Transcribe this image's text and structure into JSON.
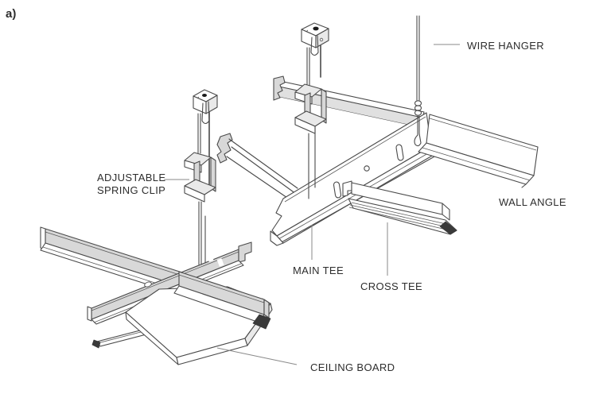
{
  "figure": {
    "panel_label": "a)",
    "type": "suspended-ceiling-system-isometric-diagram",
    "labels": {
      "wire_hanger": "WIRE HANGER",
      "adjustable_spring_clip_line1": "ADJUSTABLE",
      "adjustable_spring_clip_line2": "SPRING CLIP",
      "wall_angle": "WALL ANGLE",
      "main_tee": "MAIN TEE",
      "cross_tee": "CROSS TEE",
      "ceiling_board": "CEILING BOARD"
    },
    "colors": {
      "background": "#ffffff",
      "line": "#4a4a4a",
      "leader_line": "#8a8a8a",
      "shade_light": "#d8d8d8",
      "shade_dark": "#3a3a3a",
      "text": "#2d2d2d"
    }
  }
}
